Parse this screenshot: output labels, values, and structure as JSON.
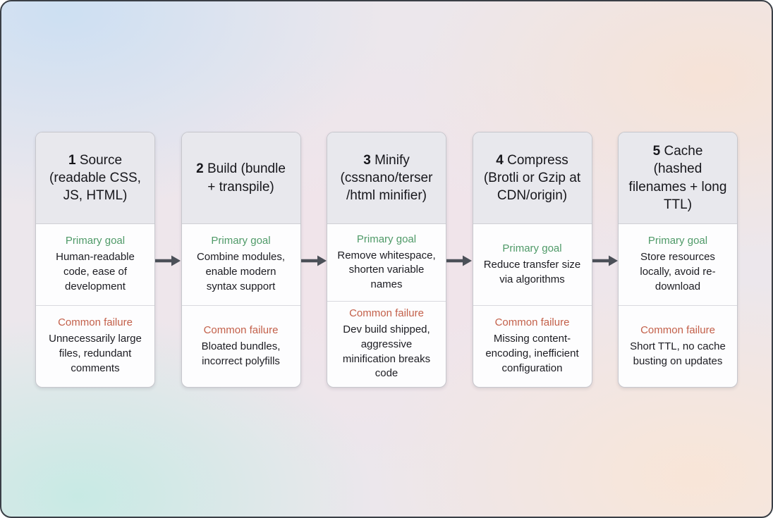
{
  "labels": {
    "primary_goal": "Primary goal",
    "common_failure": "Common failure"
  },
  "colors": {
    "goal_label": "#4f9a68",
    "failure_label": "#c3604a",
    "arrow": "#4b5058",
    "header_bg": "#e8e8ed",
    "card_bg": "#fdfdfe"
  },
  "stages": [
    {
      "number": "1",
      "title": "Source (readable CSS, JS, HTML)",
      "goal": "Human-readable code, ease of development",
      "failure": "Unnecessarily large files, redundant comments"
    },
    {
      "number": "2",
      "title": "Build (bundle + transpile)",
      "goal": "Combine modules, enable modern syntax support",
      "failure": "Bloated bundles, incorrect polyfills"
    },
    {
      "number": "3",
      "title": "Minify (cssnano/terser /html minifier)",
      "goal": "Remove whitespace, shorten variable names",
      "failure": "Dev build shipped, aggressive minification breaks code"
    },
    {
      "number": "4",
      "title": "Compress (Brotli or Gzip at CDN/origin)",
      "goal": "Reduce transfer size via algorithms",
      "failure": "Missing content-encoding, inefficient configuration"
    },
    {
      "number": "5",
      "title": "Cache (hashed filenames + long TTL)",
      "goal": "Store resources locally, avoid re-download",
      "failure": "Short TTL, no cache busting on updates"
    }
  ]
}
